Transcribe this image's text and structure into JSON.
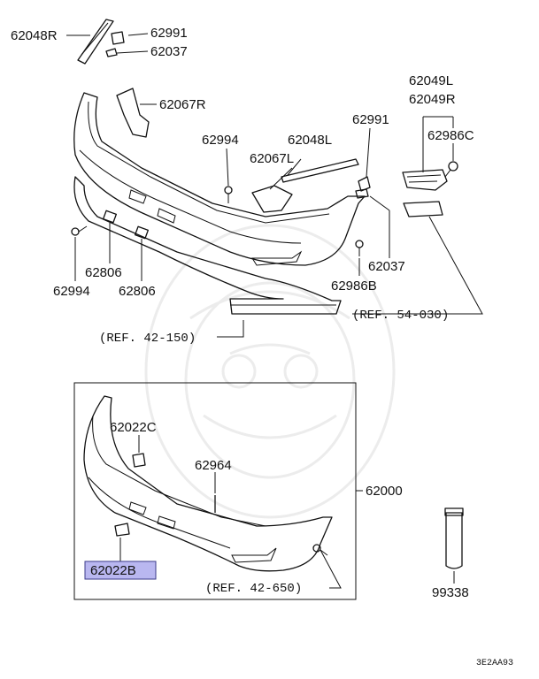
{
  "labels": {
    "p62048R": "62048R",
    "p62991a": "62991",
    "p62037a": "62037",
    "p62067R": "62067R",
    "p62994a": "62994",
    "p62048L": "62048L",
    "p62067L": "62067L",
    "p62991b": "62991",
    "p62049L": "62049L",
    "p62049R": "62049R",
    "p62986C": "62986C",
    "p62037b": "62037",
    "p62986B": "62986B",
    "p62806a": "62806",
    "p62806b": "62806",
    "p62994b": "62994",
    "p62022C": "62022C",
    "p62964": "62964",
    "p62000": "62000",
    "p62022B": "62022B",
    "p99338": "99338"
  },
  "refs": {
    "r54030": "(REF. 54-030)",
    "r42150": "(REF. 42-150)",
    "r42650": "(REF. 42-650)"
  },
  "code": "3E2AA93",
  "colors": {
    "highlight": "#b9b7f0",
    "line": "#111111"
  }
}
